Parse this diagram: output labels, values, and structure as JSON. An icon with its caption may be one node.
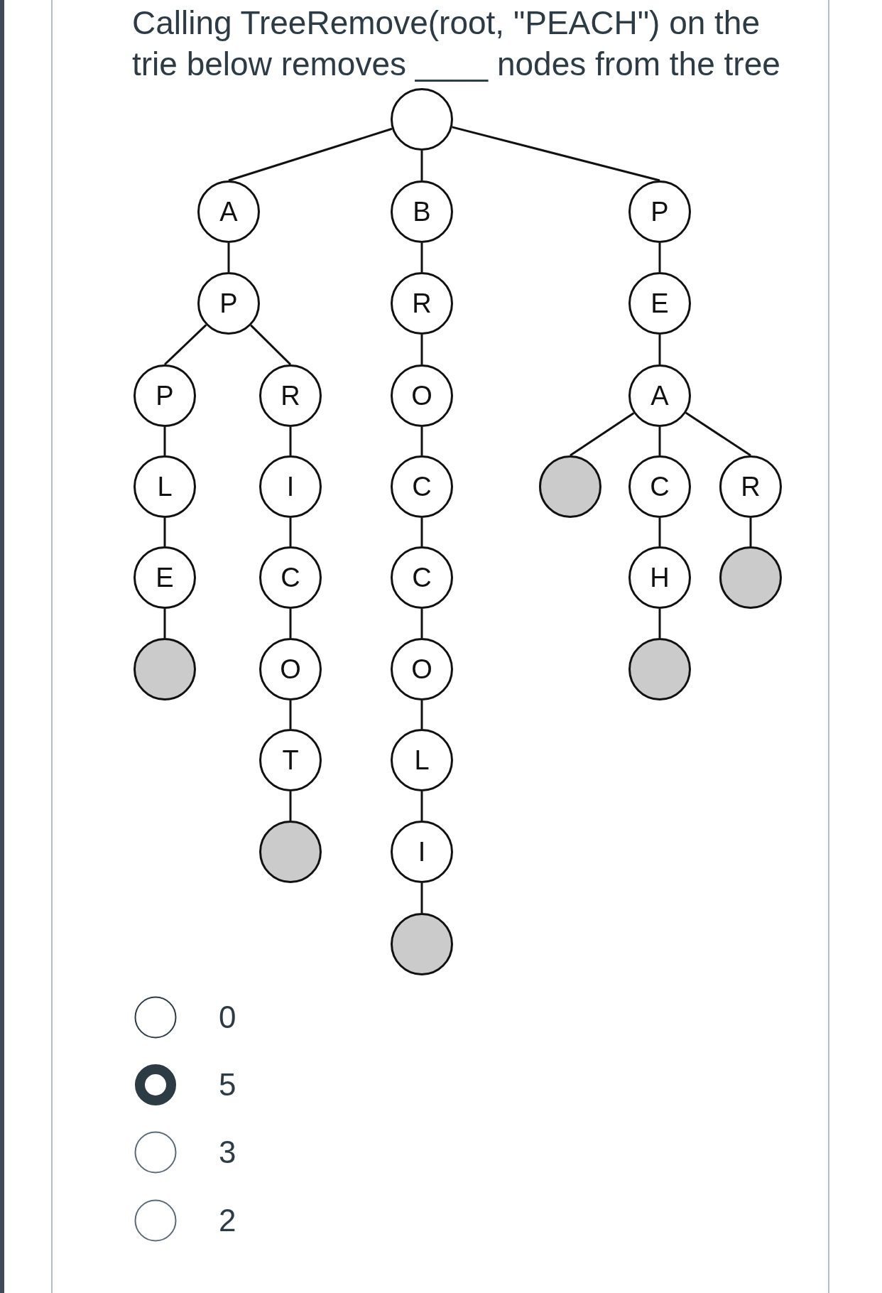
{
  "diagram": {
    "title": "Calling TreeRemove(root, \"PEACH\") on the trie below removes ____ nodes from the tree",
    "nodes": [
      {
        "text": [],
        "shape": "circle"
      },
      {
        "text": [
          "A"
        ]
      },
      {
        "text": [
          "B"
        ]
      },
      {
        "text": [
          "P"
        ]
      },
      {
        "text": [
          "P"
        ]
      },
      {
        "text": [
          "R"
        ]
      },
      {
        "text": [
          "E"
        ]
      },
      {
        "text": [
          "P"
        ]
      },
      {
        "text": [
          "R"
        ]
      },
      {
        "text": [
          "O"
        ]
      },
      {
        "text": [
          "A"
        ]
      },
      {
        "text": [
          "L"
        ]
      },
      {
        "text": [
          "I"
        ]
      },
      {
        "text": [
          "C"
        ]
      },
      {
        "text": [],
        "shape": "circle"
      },
      {
        "text": [
          "C"
        ]
      },
      {
        "text": [
          "R"
        ]
      },
      {
        "text": [
          "E"
        ]
      },
      {
        "text": [
          "C"
        ]
      },
      {
        "text": [
          "C"
        ]
      },
      {
        "text": [
          "H"
        ]
      },
      {
        "text": [],
        "shape": "circle"
      },
      {
        "text": [],
        "shape": "circle"
      },
      {
        "text": [
          "O"
        ]
      },
      {
        "text": [
          "O"
        ]
      },
      {
        "text": [],
        "shape": "circle"
      },
      {
        "text": [
          "T"
        ]
      },
      {
        "text": [
          "L"
        ]
      },
      {
        "text": [],
        "shape": "circle"
      },
      {
        "text": [
          "I"
        ]
      },
      {
        "text": [],
        "shape": "circle"
      }
    ],
    "edges": [
      {
        "from": 0,
        "to": 1,
        "arrow": "none"
      },
      {
        "from": 0,
        "to": 2,
        "arrow": "none"
      },
      {
        "from": 0,
        "to": 3,
        "arrow": "none"
      },
      {
        "from": 1,
        "to": 4,
        "arrow": "none"
      },
      {
        "from": 4,
        "to": 7,
        "arrow": "none"
      },
      {
        "from": 4,
        "to": 8,
        "arrow": "none"
      },
      {
        "from": 7,
        "to": 11,
        "arrow": "none"
      },
      {
        "from": 11,
        "to": 17,
        "arrow": "none"
      },
      {
        "from": 17,
        "to": 22,
        "arrow": "none"
      },
      {
        "from": 8,
        "to": 12,
        "arrow": "none"
      },
      {
        "from": 12,
        "to": 18,
        "arrow": "none"
      },
      {
        "from": 18,
        "to": 23,
        "arrow": "none"
      },
      {
        "from": 23,
        "to": 26,
        "arrow": "none"
      },
      {
        "from": 26,
        "to": 28,
        "arrow": "none"
      },
      {
        "from": 2,
        "to": 5,
        "arrow": "none"
      },
      {
        "from": 5,
        "to": 9,
        "arrow": "none"
      },
      {
        "from": 9,
        "to": 13,
        "arrow": "none"
      },
      {
        "from": 13,
        "to": 19,
        "arrow": "none"
      },
      {
        "from": 19,
        "to": 24,
        "arrow": "none"
      },
      {
        "from": 24,
        "to": 27,
        "arrow": "none"
      },
      {
        "from": 27,
        "to": 29,
        "arrow": "none"
      },
      {
        "from": 29,
        "to": 30,
        "arrow": "none"
      },
      {
        "from": 3,
        "to": 6,
        "arrow": "none"
      },
      {
        "from": 6,
        "to": 10,
        "arrow": "none"
      },
      {
        "from": 10,
        "to": 14,
        "arrow": "none"
      },
      {
        "from": 10,
        "to": 15,
        "arrow": "none"
      },
      {
        "from": 10,
        "to": 16,
        "arrow": "none"
      },
      {
        "from": 15,
        "to": 20,
        "arrow": "none"
      },
      {
        "from": 20,
        "to": 25,
        "arrow": "none"
      },
      {
        "from": 16,
        "to": 21,
        "arrow": "none"
      }
    ],
    "labels": [
      "0",
      "5",
      "3",
      "2"
    ]
  }
}
